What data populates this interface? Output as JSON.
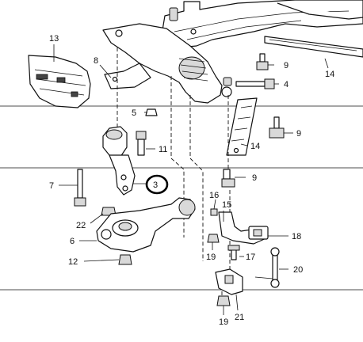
{
  "callouts": {
    "c13": "13",
    "c8": "8",
    "c9a": "9",
    "c14a": "14",
    "c4": "4",
    "c5": "5",
    "c11": "11",
    "c9b": "9",
    "c14b": "14",
    "c7": "7",
    "c3": "3",
    "c9c": "9",
    "c16": "16",
    "c15": "15",
    "c22": "22",
    "c18": "18",
    "c6": "6",
    "c19a": "19",
    "c17": "17",
    "c12": "12",
    "c20": "20",
    "c19b": "19",
    "c21": "21"
  },
  "colors": {
    "ink": "#111111",
    "paper": "#ffffff",
    "shade": "#d9d9d9"
  }
}
